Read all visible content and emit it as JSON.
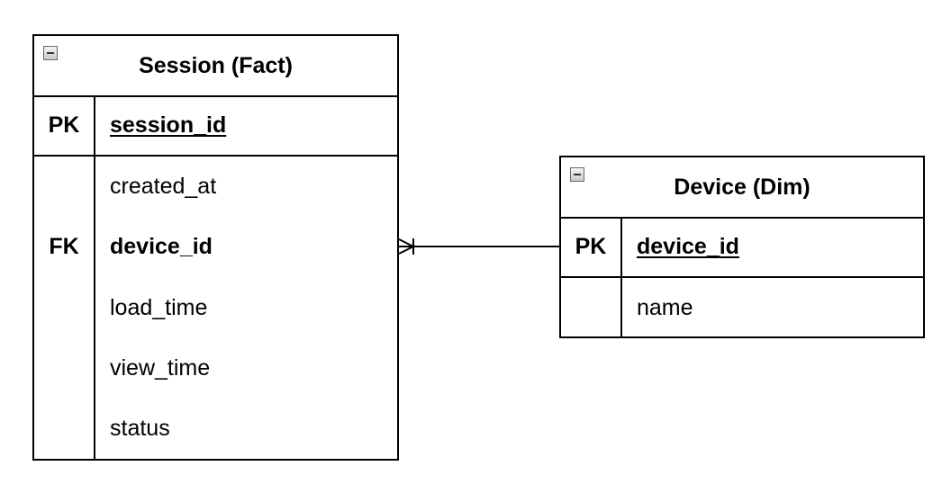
{
  "entities": {
    "session": {
      "title": "Session (Fact)",
      "pk_label": "PK",
      "pk_field": "session_id",
      "fk_label": "FK",
      "fields": [
        "created_at",
        "device_id",
        "load_time",
        "view_time",
        "status"
      ]
    },
    "device": {
      "title": "Device (Dim)",
      "pk_label": "PK",
      "pk_field": "device_id",
      "fields": [
        "name"
      ]
    }
  },
  "relationship": {
    "from": "Session (Fact).device_id",
    "to": "Device (Dim).device_id",
    "cardinality": "one-or-many to one"
  }
}
